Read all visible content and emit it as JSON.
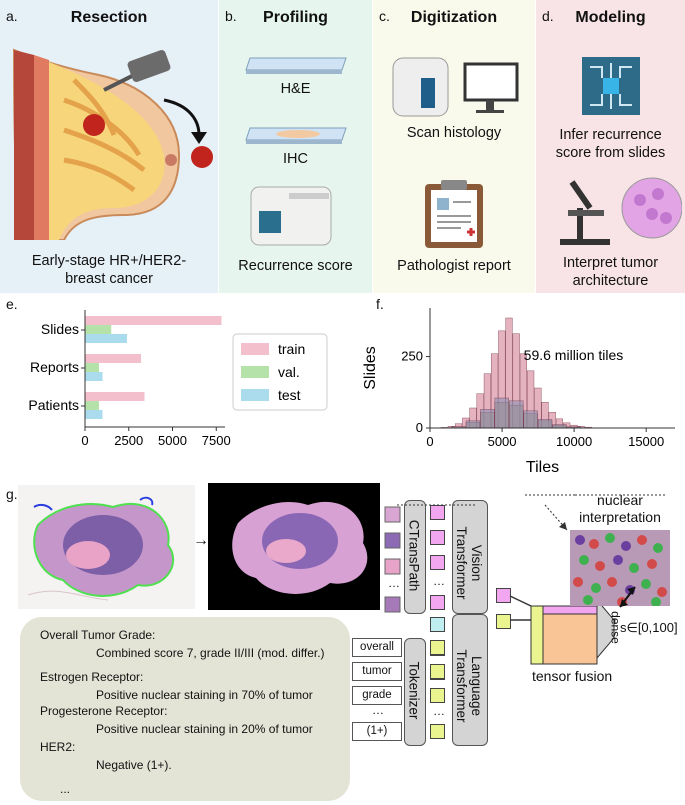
{
  "panels": {
    "a": {
      "label": "a.",
      "title": "Resection",
      "caption_line1": "Early-stage HR+/HER2-",
      "caption_line2": "breast cancer"
    },
    "b": {
      "label": "b.",
      "title": "Profiling",
      "item1": "H&E",
      "item2": "IHC",
      "item3": "Recurrence score"
    },
    "c": {
      "label": "c.",
      "title": "Digitization",
      "item1": "Scan histology",
      "item2": "Pathologist report"
    },
    "d": {
      "label": "d.",
      "title": "Modeling",
      "item1_line1": "Infer recurrence",
      "item1_line2": "score from slides",
      "item2_line1": "Interpret tumor",
      "item2_line2": "architecture"
    }
  },
  "colors": {
    "a_bg": "#e6f0f7",
    "b_bg": "#e7f5ef",
    "c_bg": "#f9f9ec",
    "d_bg": "#f8e4e6",
    "train": "#f4bfcd",
    "val": "#b5e2a9",
    "test": "#aadcee",
    "hist": "#d0738a"
  },
  "panel_e": {
    "label": "e.",
    "chart_data": {
      "type": "bar",
      "orientation": "horizontal",
      "categories": [
        "Slides",
        "Reports",
        "Patients"
      ],
      "series": [
        {
          "name": "train",
          "values": [
            7800,
            3200,
            3400
          ]
        },
        {
          "name": "val.",
          "values": [
            1500,
            800,
            800
          ]
        },
        {
          "name": "test",
          "values": [
            2400,
            1000,
            1000
          ]
        }
      ],
      "xlim": [
        0,
        8000
      ],
      "xticks": [
        "0",
        "2500",
        "5000",
        "7500"
      ],
      "legend": "right"
    }
  },
  "panel_f": {
    "label": "f.",
    "chart_data": {
      "type": "bar",
      "subtype": "histogram",
      "xlabel": "Tiles",
      "ylabel": "Slides",
      "annotation": "59.6 million tiles",
      "xlim": [
        0,
        17000
      ],
      "ylim": [
        0,
        420
      ],
      "xticks": [
        "0",
        "5000",
        "10000",
        "15000"
      ],
      "yticks": [
        "0",
        "250"
      ],
      "series": [
        {
          "name": "train",
          "centers": [
            1000,
            1500,
            2000,
            2500,
            3000,
            3500,
            4000,
            4500,
            5000,
            5500,
            6000,
            6500,
            7000,
            7500,
            8000,
            8500,
            9000,
            9500,
            10000,
            10500,
            11000,
            12000
          ],
          "values": [
            2,
            6,
            15,
            35,
            70,
            120,
            190,
            260,
            340,
            385,
            330,
            260,
            200,
            140,
            90,
            55,
            32,
            18,
            10,
            6,
            3,
            1
          ]
        },
        {
          "name": "val.",
          "centers": [
            2000,
            3000,
            4000,
            5000,
            6000,
            7000,
            8000,
            9000,
            10000
          ],
          "values": [
            4,
            20,
            55,
            90,
            80,
            50,
            25,
            10,
            3
          ]
        },
        {
          "name": "test",
          "centers": [
            2000,
            3000,
            4000,
            5000,
            6000,
            7000,
            8000,
            9000,
            10000
          ],
          "values": [
            5,
            25,
            65,
            105,
            95,
            60,
            30,
            12,
            4
          ]
        }
      ]
    }
  },
  "panel_g": {
    "label": "g.",
    "ctranspath": "CTransPath",
    "vision_transformer": "Vision Transformer",
    "language_transformer": "Language Transformer",
    "tokenizer": "Tokenizer",
    "nuclear_line1": "nuclear",
    "nuclear_line2": "interpretation",
    "tensor_fusion": "tensor fusion",
    "dense": "dense",
    "score": "s∈[0,100]",
    "dots": "…",
    "tokens": [
      "overall",
      "tumor",
      "grade",
      "…",
      "(1+)"
    ],
    "report": [
      "Overall Tumor Grade:",
      "Combined score 7, grade II/III (mod. differ.)",
      "Estrogen Receptor:",
      "Positive nuclear staining in 70% of tumor",
      "Progesterone Receptor:",
      "Positive nuclear staining in 20% of tumor",
      "HER2:",
      "Negative (1+).",
      "..."
    ]
  }
}
